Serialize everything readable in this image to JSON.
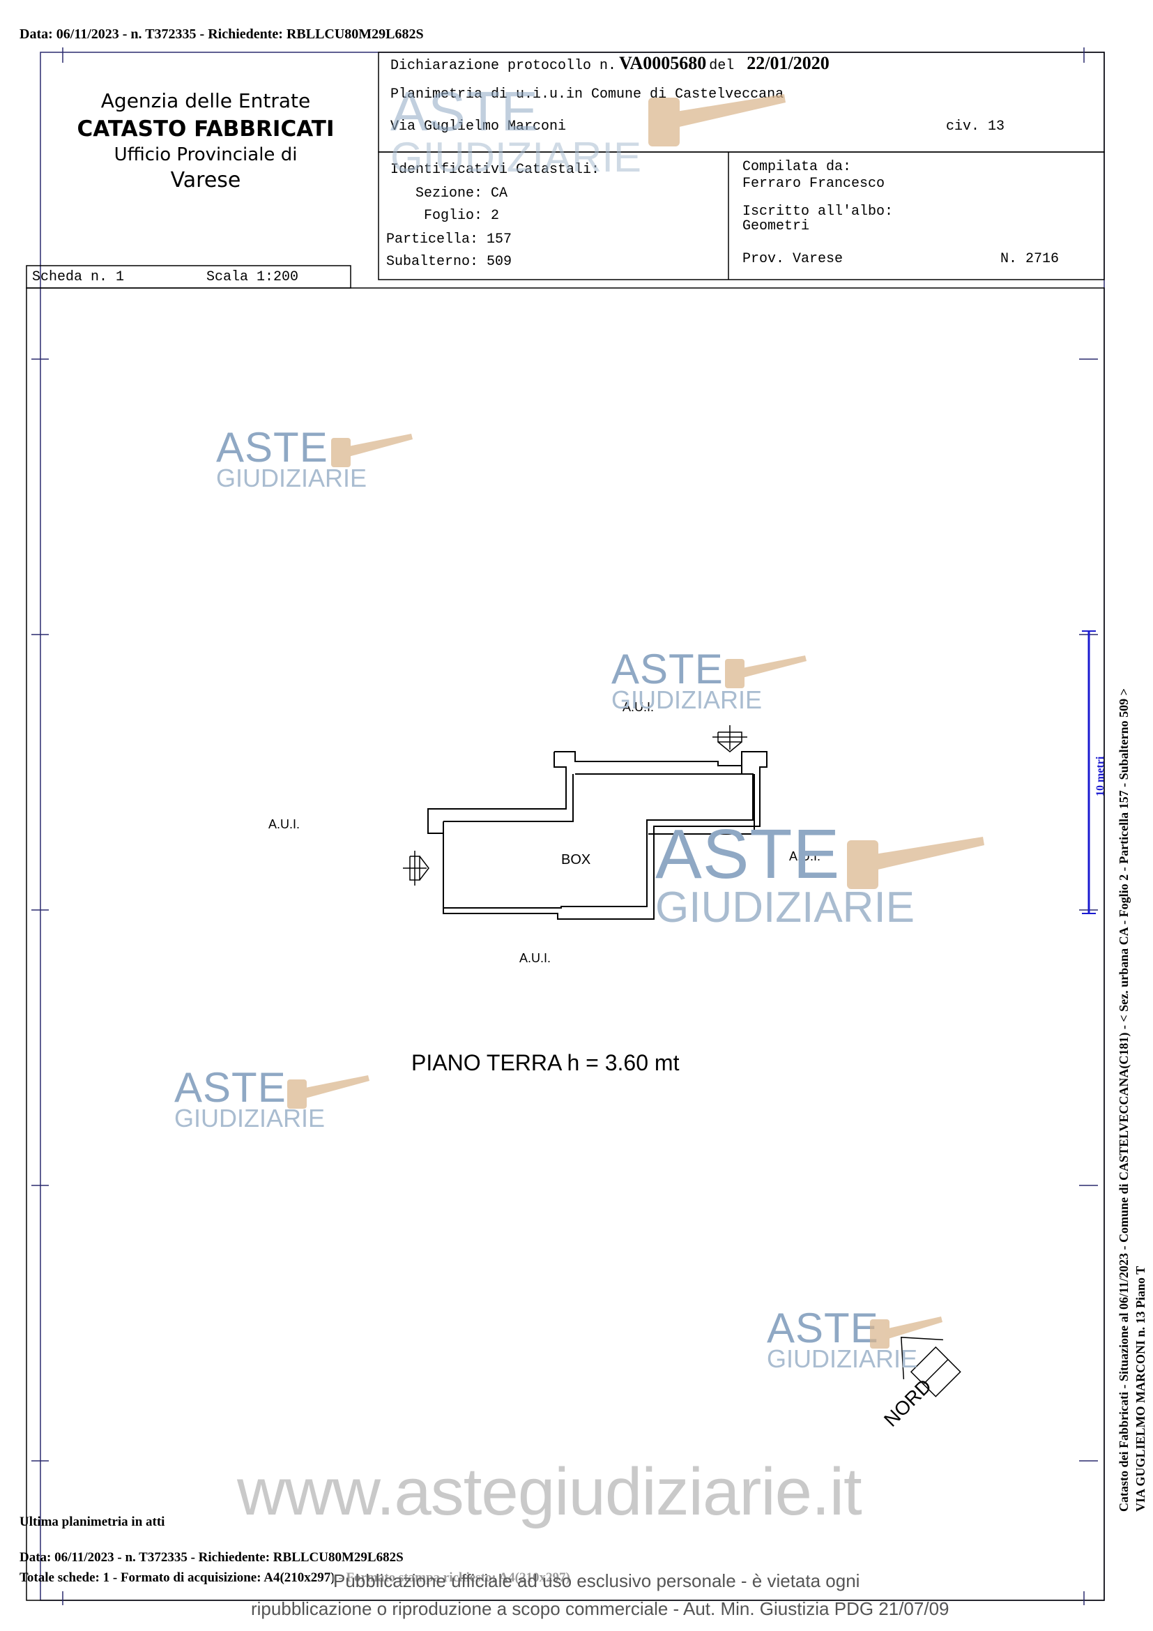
{
  "top_header": "Data: 06/11/2023 - n. T372335 - Richiedente: RBLLCU80M29L682S",
  "office": {
    "line1": "Agenzia delle Entrate",
    "line2": "CATASTO FABBRICATI",
    "line3": "Ufficio Provinciale di",
    "line4": "Varese"
  },
  "protocol": {
    "label": "Dichiarazione protocollo n.",
    "number": "VA0005680",
    "del_label": "del",
    "date": "22/01/2020"
  },
  "planimetry": {
    "line": "Planimetria di u.i.u.in Comune di Castelveccana",
    "address": "Via Guglielmo Marconi",
    "civ": "civ. 13"
  },
  "identifiers": {
    "title": "Identificativi Catastali:",
    "sezione": "Sezione: CA",
    "foglio": "Foglio: 2",
    "particella": "Particella: 157",
    "subalterno": "Subalterno: 509"
  },
  "compiler": {
    "label": "Compilata da:",
    "name": "Ferraro Francesco",
    "albo_label": "Iscritto all'albo:",
    "albo": "Geometri",
    "prov": "Prov. Varese",
    "number": "N. 2716"
  },
  "scheda": {
    "scheda": "Scheda n. 1",
    "scala": "Scala 1:200"
  },
  "plan": {
    "aui_top": "A.U.I.",
    "aui_left": "A.U.I.",
    "aui_right": "A.U.I.",
    "aui_bottom": "A.U.I.",
    "box": "BOX",
    "floor": "PIANO TERRA h = 3.60 mt",
    "north": "NORD"
  },
  "side_text": {
    "line1": "Catasto dei Fabbricati - Situazione al 06/11/2023 - Comune di CASTELVECCANA(C181) - < Sez. urbana CA - Foglio 2 - Particella 157 - Subalterno 509 >",
    "line2": "VIA GUGLIELMO MARCONI n. 13 Piano T",
    "scale_mark": "10 metri"
  },
  "watermark": {
    "aste": "ASTE",
    "giudiziarie": "GIUDIZIARIE",
    "site": "www.astegiudiziarie.it"
  },
  "footer": {
    "ultima": "Ultima planimetria in atti",
    "data": "Data: 06/11/2023 - n. T372335 - Richiedente: RBLLCU80M29L682S",
    "totale": "Totale schede: 1 - Formato di acquisizione: A4(210x297) - Formato stampa richiesto: A4(210x297)",
    "notice1": "Pubblicazione ufficiale ad uso esclusivo personale - è vietata ogni",
    "notice2": "ripubblicazione o riproduzione a scopo commerciale - Aut. Min. Giustizia PDG 21/07/09"
  }
}
